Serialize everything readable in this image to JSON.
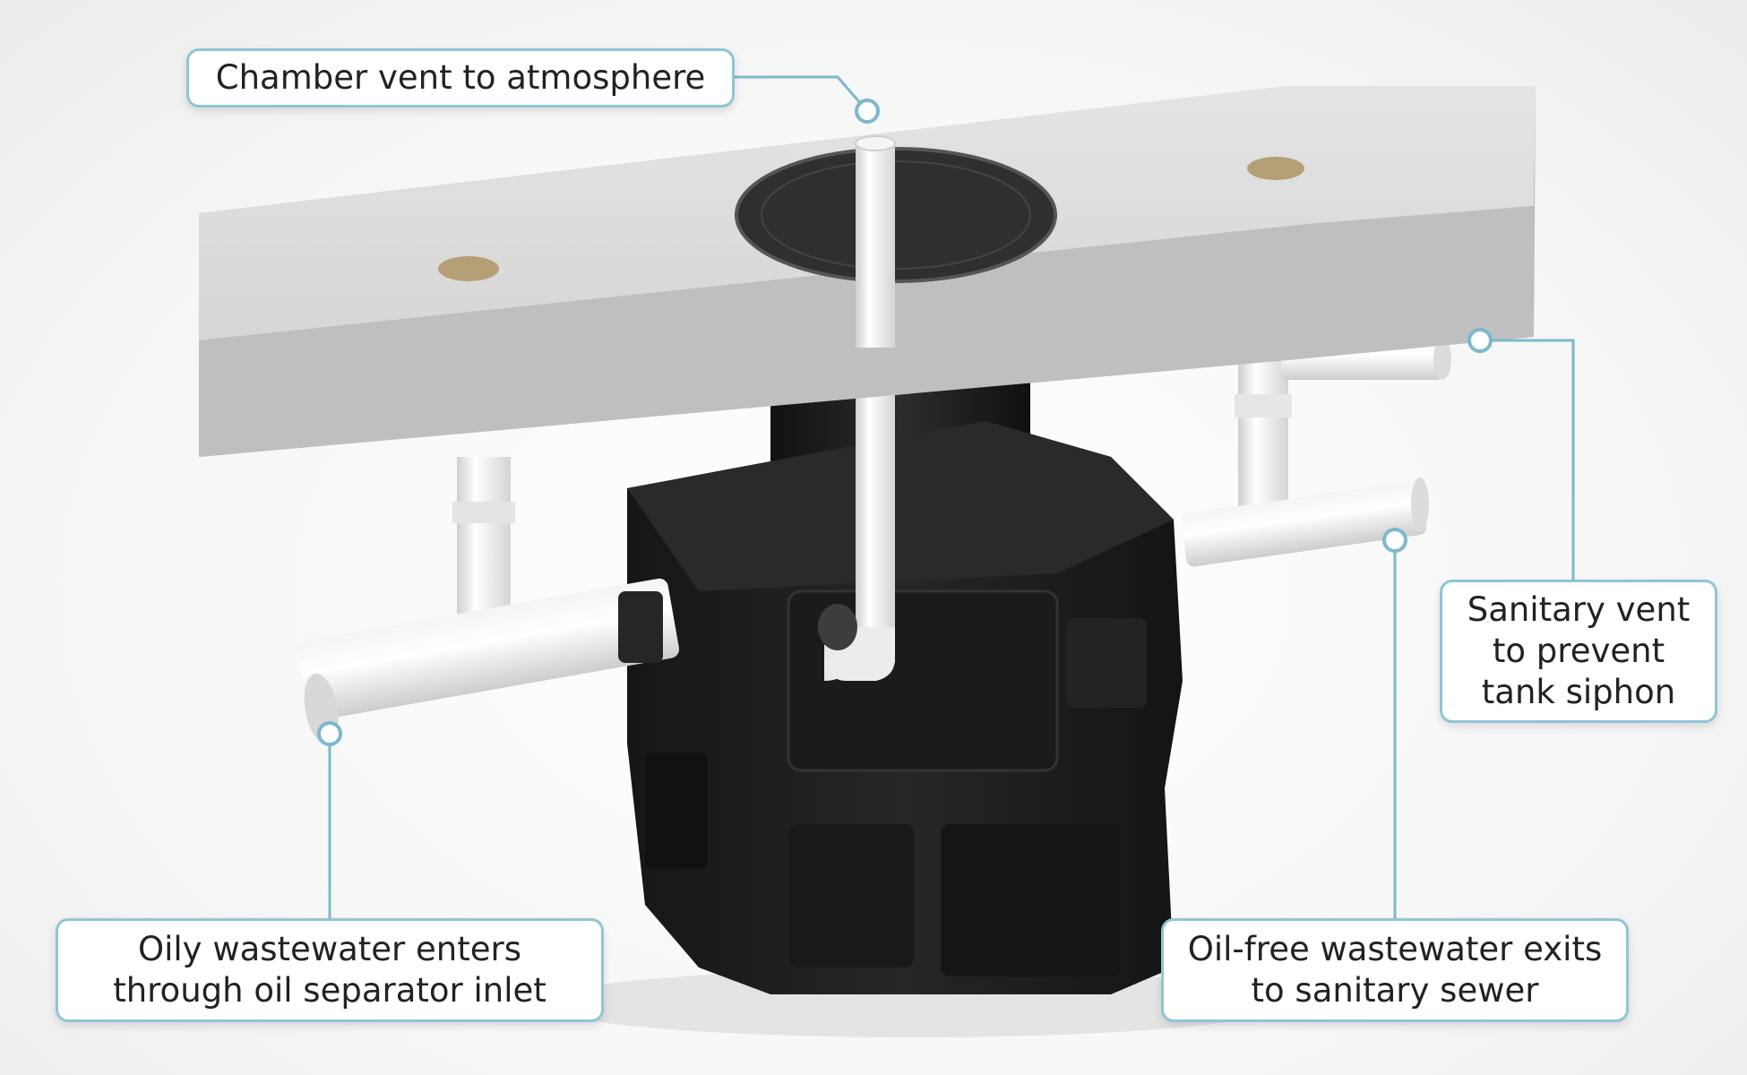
{
  "callouts": {
    "chamber_vent": {
      "text": "Chamber vent to atmosphere"
    },
    "inlet": {
      "lines": [
        "Oily wastewater enters",
        "through oil separator inlet"
      ]
    },
    "exit": {
      "lines": [
        "Oil-free wastewater exits",
        "to sanitary sewer"
      ]
    },
    "sanitary_vent": {
      "lines": [
        "Sanitary vent",
        "to prevent",
        "tank siphon"
      ]
    }
  },
  "colors": {
    "callout_border": "#8fc5d6",
    "leader_line": "#7db8cc",
    "slab": "#cfcfcf",
    "tank": "#1c1c1c",
    "pipe": "#eeeeee"
  },
  "icons": [
    "grease-interceptor-illustration",
    "leader-endpoint-circle"
  ]
}
